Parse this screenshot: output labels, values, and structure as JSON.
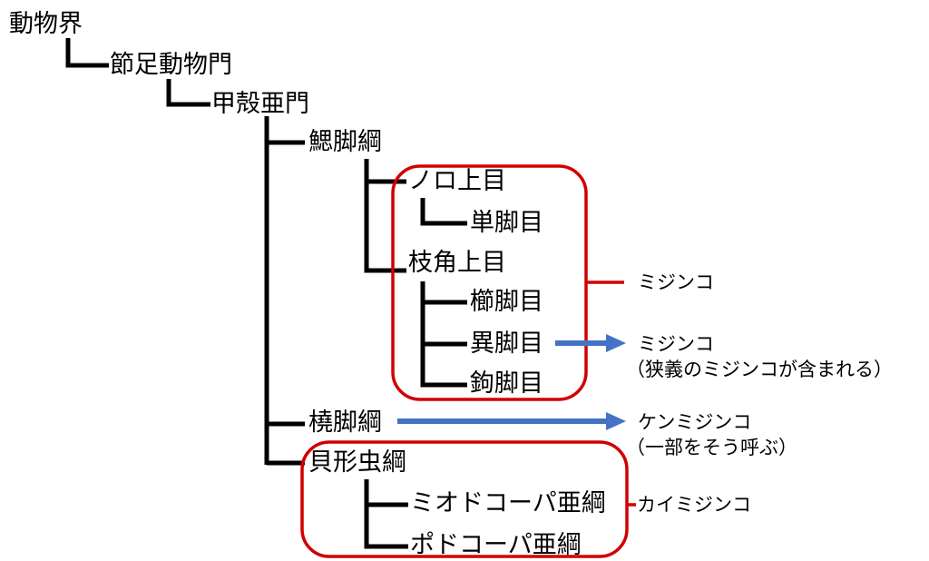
{
  "colors": {
    "line": "#000000",
    "highlight": "#d10000",
    "arrow": "#4472c4"
  },
  "nodes": {
    "animalia": "動物界",
    "arthropoda": "節足動物門",
    "crustacea": "甲殻亜門",
    "branchiopoda": "鰓脚綱",
    "diplostraca": "ノロ上目",
    "haplopoda": "単脚目",
    "cladocera": "枝角上目",
    "ctenopoda": "櫛脚目",
    "anomopoda": "異脚目",
    "onychopoda": "鉤脚目",
    "copepoda": "橈脚綱",
    "ostracoda": "貝形虫綱",
    "myodocopa": "ミオドコーパ亜綱",
    "podocopa": "ポドコーパ亜綱"
  },
  "notes": {
    "daphnia_group": "ミジンコ",
    "daphnia_narrow_1": "ミジンコ",
    "daphnia_narrow_2": "（狭義のミジンコが含まれる）",
    "copepod_1": "ケンミジンコ",
    "copepod_2": "（一部をそう呼ぶ）",
    "ostracod": "カイミジンコ"
  }
}
